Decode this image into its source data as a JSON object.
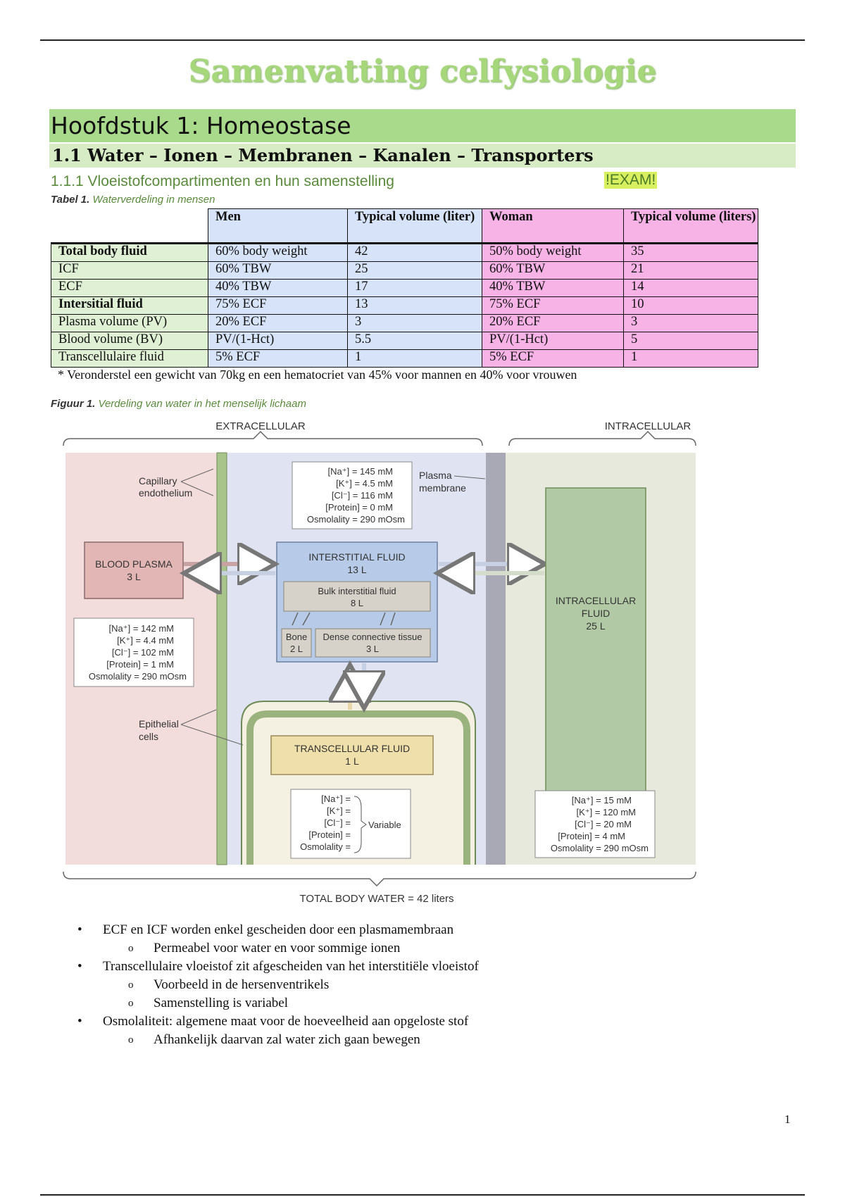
{
  "title": "Samenvatting celfysiologie",
  "chapter": "Hoofdstuk 1: Homeostase",
  "section": "1.1 Water – Ionen – Membranen – Kanalen – Transporters",
  "subsection": "1.1.1 Vloeistofcompartimenten en hun samenstelling",
  "exam_tag": "!EXAM!",
  "table": {
    "caption_label": "Tabel 1.",
    "caption_text": "Waterverdeling in mensen",
    "headers": [
      "",
      "Men",
      "Typical volume (liter)",
      "Woman",
      "Typical volume (liters)"
    ],
    "rows": [
      {
        "label": "Total body fluid",
        "bold": true,
        "men": "60% body weight",
        "men_vol": "42",
        "woman": "50% body weight",
        "woman_vol": "35"
      },
      {
        "label": "ICF",
        "bold": false,
        "men": "60% TBW",
        "men_vol": "25",
        "woman": "60% TBW",
        "woman_vol": "21"
      },
      {
        "label": "ECF",
        "bold": false,
        "men": "40% TBW",
        "men_vol": "17",
        "woman": "40% TBW",
        "woman_vol": "14"
      },
      {
        "label": "Intersitial fluid",
        "bold": true,
        "men": "75% ECF",
        "men_vol": "13",
        "woman": "75% ECF",
        "woman_vol": "10"
      },
      {
        "label": "Plasma volume (PV)",
        "bold": false,
        "men": "20% ECF",
        "men_vol": "3",
        "woman": "20% ECF",
        "woman_vol": "3"
      },
      {
        "label": "Blood volume (BV)",
        "bold": false,
        "men": "PV/(1-Hct)",
        "men_vol": "5.5",
        "woman": "PV/(1-Hct)",
        "woman_vol": "5"
      },
      {
        "label": "Transcellulaire fluid",
        "bold": false,
        "men": "5% ECF",
        "men_vol": "1",
        "woman": "5% ECF",
        "woman_vol": "1"
      }
    ],
    "note": "* Veronderstel een gewicht van 70kg en een hematocriet van 45% voor mannen en 40% voor vrouwen"
  },
  "figure": {
    "caption_label": "Figuur 1.",
    "caption_text": "Verdeling van water in het menselijk lichaam",
    "extracellular_label": "EXTRACELLULAR",
    "intracellular_label": "INTRACELLULAR",
    "capillary_label": [
      "Capillary",
      "endothelium"
    ],
    "plasma_membrane_label": [
      "Plasma",
      "membrane"
    ],
    "epithelial_label": [
      "Epithelial",
      "cells"
    ],
    "blood_plasma": [
      "BLOOD PLASMA",
      "3 L"
    ],
    "interstitial": [
      "INTERSTITIAL FLUID",
      "13 L"
    ],
    "bulk": [
      "Bulk interstitial fluid",
      "8 L"
    ],
    "bone": [
      "Bone",
      "2 L"
    ],
    "dense": [
      "Dense connective tissue",
      "3 L"
    ],
    "transcellular": [
      "TRANSCELLULAR FLUID",
      "1 L"
    ],
    "intracellular_fluid": [
      "INTRACELLULAR",
      "FLUID",
      "25 L"
    ],
    "interstitial_composition": [
      "[Na⁺] = 145 mM",
      "[K⁺] = 4.5 mM",
      "[Cl⁻] = 116 mM",
      "[Protein] = 0 mM",
      "Osmolality = 290 mOsm"
    ],
    "plasma_composition": [
      "[Na⁺] = 142 mM",
      "[K⁺] = 4.4 mM",
      "[Cl⁻] = 102 mM",
      "[Protein] = 1 mM",
      "Osmolality = 290 mOsm"
    ],
    "transcellular_composition": [
      "[Na⁺] =",
      "[K⁺] =",
      "[Cl⁻] =",
      "[Protein] =",
      "Osmolality ="
    ],
    "variable_label": "Variable",
    "intracellular_composition": [
      "[Na⁺] = 15 mM",
      "[K⁺] = 120 mM",
      "[Cl⁻] = 20 mM",
      "[Protein] = 4 mM",
      "Osmolality = 290 mOsm"
    ],
    "total_label": "TOTAL BODY WATER = 42 liters"
  },
  "bullets": [
    {
      "text": "ECF en ICF worden enkel gescheiden door een plasmamembraan",
      "sub": [
        "Permeabel voor water en voor sommige ionen"
      ]
    },
    {
      "text": "Transcellulaire vloeistof zit afgescheiden van het interstitiële vloeistof",
      "sub": [
        "Voorbeeld in de hersenventrikels",
        "Samenstelling is variabel"
      ]
    },
    {
      "text": "Osmolaliteit: algemene maat voor de hoeveelheid aan opgeloste stof",
      "sub": [
        "Afhankelijk daarvan zal water zich gaan bewegen"
      ]
    }
  ],
  "page_number": "1"
}
